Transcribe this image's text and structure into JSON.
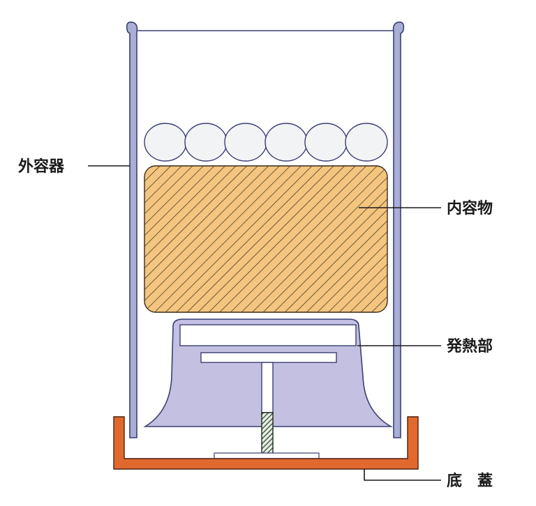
{
  "labels": {
    "outer_container": "外容器",
    "contents": "内容物",
    "heating_unit": "発熱部",
    "bottom_lid": "底　蓋"
  },
  "colors": {
    "outer_wall": "#a9aed6",
    "outer_wall_stroke": "#3a3f72",
    "contents_fill": "#f3c57e",
    "contents_hatch": "#3a2a1a",
    "egg_fill": "#f2f3f5",
    "egg_stroke": "#3a3f72",
    "heater_fill": "#c4c0e2",
    "heater_stroke": "#3a3f72",
    "bottom_lid": "#e2692e",
    "bottom_lid_stroke": "#4a2010",
    "reagent_dark": "#2f4a2f"
  },
  "egg_count": 6
}
